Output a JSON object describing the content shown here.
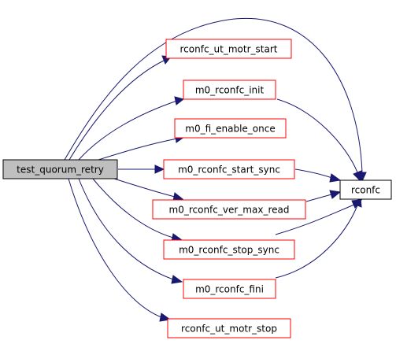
{
  "graph": {
    "root": {
      "label": "test_quorum_retry",
      "fill": "#bfbfbf",
      "border": "#000000"
    },
    "callees": [
      {
        "label": "rconfc_ut_motr_start"
      },
      {
        "label": "m0_rconfc_init"
      },
      {
        "label": "m0_fi_enable_once"
      },
      {
        "label": "m0_rconfc_start_sync"
      },
      {
        "label": "m0_rconfc_ver_max_read"
      },
      {
        "label": "m0_rconfc_stop_sync"
      },
      {
        "label": "m0_rconfc_fini"
      },
      {
        "label": "rconfc_ut_motr_stop"
      }
    ],
    "target": {
      "label": "rconfc",
      "border": "#000000"
    },
    "node_border": "#ff0000",
    "edge_color": "#191970"
  }
}
